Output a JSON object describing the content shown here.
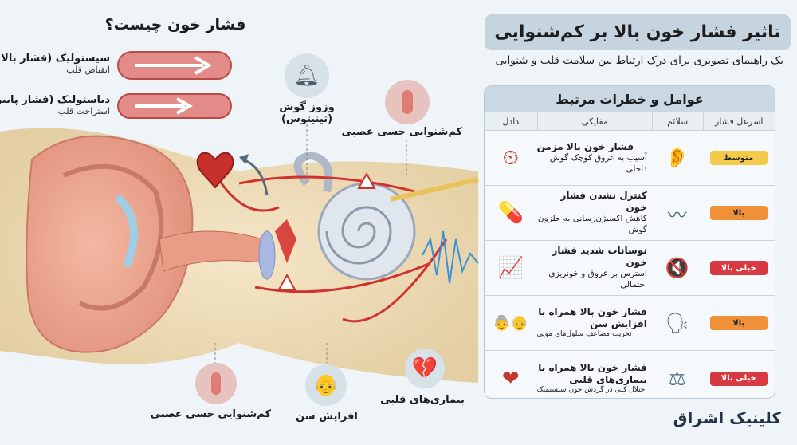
{
  "left": {
    "title": "فشار خون چیست؟",
    "systolic": {
      "label": "سیستولیک (فشار بالا)",
      "sub": "انقباض قلب"
    },
    "diastolic": {
      "label": "دیاستولیک (فشار پایین)",
      "sub": "استراحت قلب"
    }
  },
  "callouts": {
    "tinnitus": {
      "line1": "وزوز گوش",
      "line2": "(تینیتوس)",
      "icon": "bell-icon"
    },
    "sensorineural_top": {
      "label": "کم‌شنوایی حسی عصبی",
      "icon": "hair-cell-icon"
    },
    "sensorineural_bottom": {
      "label": "کم‌شنوایی حسی عصبی",
      "icon": "hair-cell-icon"
    },
    "aging": {
      "label": "افزایش سن",
      "icon": "elderly-person-icon"
    },
    "heart_disease": {
      "label": "بیماری‌های قلبی",
      "icon": "broken-heart-icon"
    }
  },
  "header": {
    "title": "تاثیر فشار خون بالا بر کم‌شنوایی",
    "subtitle": "یک راهنمای تصویری برای درک ارتباط بین سلامت قلب و شنوایی"
  },
  "table": {
    "title": "عوامل و خطرات مرتبط",
    "columns": [
      "اسرعل فشار",
      "سلائم",
      "مقایکی",
      "دادل"
    ],
    "rows": [
      {
        "badge": "متوسط",
        "badge_color": "#f5c94a",
        "symptom_icon": "ear-icon",
        "main": "فشار خون بالا مزمن",
        "desc": "آسیب به عروق کوچک گوش داخلی",
        "icon": "gauge-icon"
      },
      {
        "badge": "بالا",
        "badge_color": "#f0913a",
        "symptom_icon": "sound-wave-icon",
        "main": "کنترل نشدن فشار خون",
        "desc": "کاهش اکسیژن‌رسانی به حلزون گوش",
        "icon": "medicine-bottle-icon"
      },
      {
        "badge": "خیلی بالا",
        "badge_color": "#d63a40",
        "symptom_icon": "mute-speaker-icon",
        "main": "نوسانات شدید فشار خون",
        "desc": "استرس بر عروق و خونریزی احتمالی",
        "icon": "fluctuation-chart-icon"
      },
      {
        "badge": "بالا",
        "badge_color": "#f0913a",
        "symptom_icon": "speaking-head-icon",
        "main": "فشار خون بالا همراه با افزایش سن",
        "desc": "تخریب مضاعف سلول‌های مویی",
        "icon": "elderly-couple-icon"
      },
      {
        "badge": "خیلی بالا",
        "badge_color": "#d63a40",
        "symptom_icon": "balance-scale-icon",
        "main": "فشار خون بالا همراه با بیماری‌های قلبی",
        "desc": "اختلال کلی در گردش خون سیستمیک",
        "icon": "heart-stethoscope-icon"
      }
    ]
  },
  "footer": {
    "brand": "کلینیک اشراق"
  }
}
